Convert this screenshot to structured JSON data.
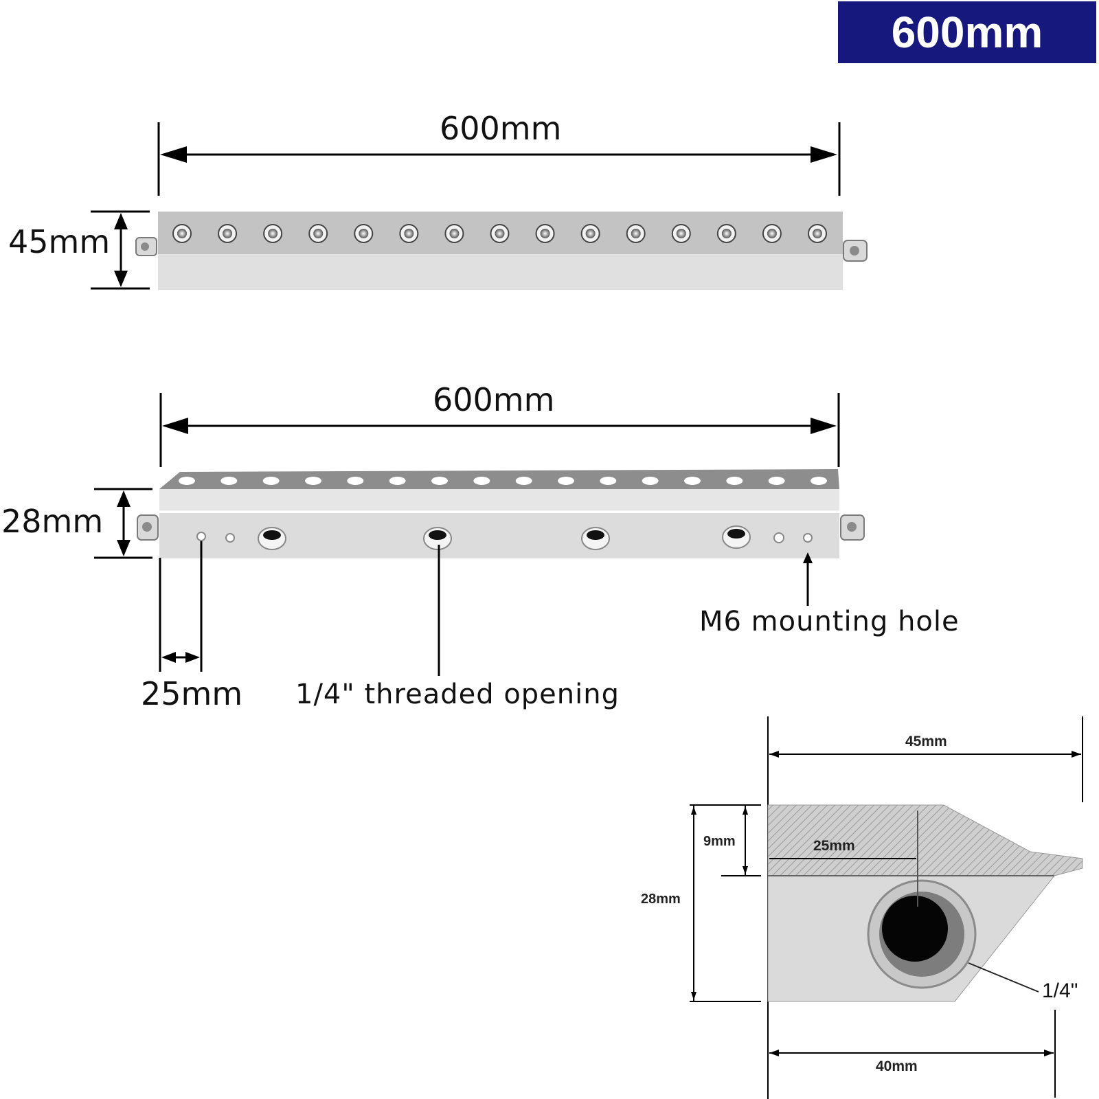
{
  "badge": "600mm",
  "top_view": {
    "length": "600mm",
    "width": "45mm",
    "hole_count": 15
  },
  "side_view": {
    "length": "600mm",
    "height": "28mm",
    "offset": "25mm",
    "threaded_label": "1/4\" threaded opening",
    "mount_label": "M6 mounting hole",
    "top_hole_count": 16
  },
  "cross_section": {
    "width_top": "45mm",
    "height_total": "28mm",
    "height_top": "9mm",
    "hole_offset": "25mm",
    "width_bottom": "40mm",
    "hole_label": "1/4\""
  },
  "colors": {
    "badge_bg": "#16187e",
    "badge_text": "#ffffff",
    "metal_light": "#e3e3e3",
    "metal_mid": "#c4c4c4"
  }
}
